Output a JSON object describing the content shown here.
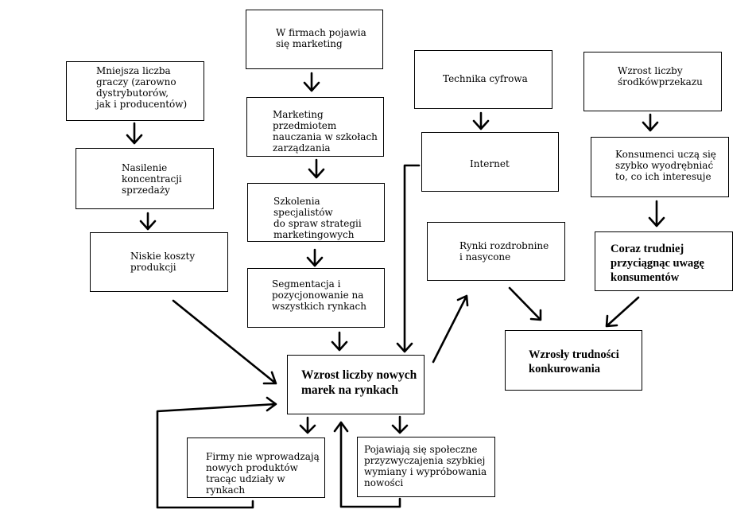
{
  "diagram": {
    "boxes": {
      "fewer_players": "Mniejsza liczba\ngraczy (zarowno\ndystrybutorów,\njak i producentów)",
      "sales_concentration": "Nasilenie\nkoncentracji\nsprzedaży",
      "low_costs": "Niskie koszty\nprodukcji",
      "marketing_appears": "W firmach pojawia\nsię marketing",
      "marketing_taught": "Marketing przedmiotem\nnauczania w szkołach\nzarządzania",
      "specialist_training": "Szkolenia specjalistów\ndo spraw strategii\nmarketingowych",
      "segmentation": "Segmentacja i\npozycjonowanie na\nwszystkich rynkach",
      "new_brands": "Wzrost liczby nowych\nmarek na rynkach",
      "no_new_products": "Firmy nie wprowadzają\nnowych produktów\ntracąc udziały w rynkach",
      "social_habits": "Pojawiają się społeczne\nprzyzwyczajenia szybkiej\nwymiany i wypróbowania\nnowości",
      "digital_tech": "Technika cyfrowa",
      "internet": "Internet",
      "fragmented_markets": "Rynki rozdrobnine\ni nasycone",
      "media_growth": "Wzrost liczby\nśrodkówprzekazu",
      "consumers_learn": "Konsumenci uczą się\nszybko wyodrębniać\nto, co ich interesuje",
      "harder_attention": "Coraz trudniej\nprzyciągnąc uwagę\nkonsumentów",
      "competition_difficulty": "Wzrosły trudności\nkonkurowania"
    }
  }
}
